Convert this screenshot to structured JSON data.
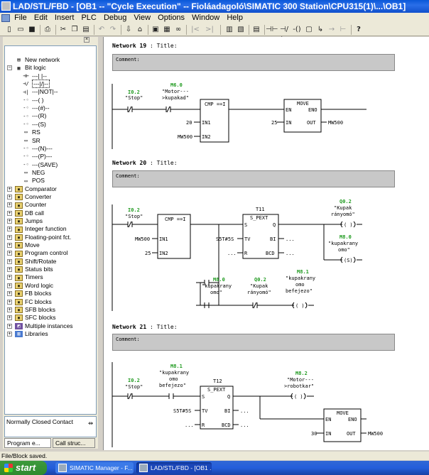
{
  "window": {
    "title": "LAD/STL/FBD - [OB1 -- \"Cycle Execution\" -- Fioláadagoló\\SIMATIC 300 Station\\CPU315(1)\\...\\OB1]"
  },
  "menu": [
    "File",
    "Edit",
    "Insert",
    "PLC",
    "Debug",
    "View",
    "Options",
    "Window",
    "Help"
  ],
  "toolbar": {
    "icons": [
      "new-icon",
      "open-icon",
      "save-icon",
      "print-icon",
      "cut-icon",
      "copy-icon",
      "paste-icon",
      "undo-icon",
      "redo-icon",
      "download-icon",
      "online-icon",
      "monitor-icon",
      "overview-icon",
      "network-icon",
      "branch-icon",
      "contact-no-icon",
      "contact-nc-icon",
      "coil-icon",
      "box-icon",
      "open-branch-icon",
      "close-branch-icon",
      "help-icon"
    ]
  },
  "tree": {
    "items": [
      {
        "label": "New network",
        "icon": "new-network-icon",
        "level": 0
      },
      {
        "label": "Bit logic",
        "icon": "bit-logic-icon",
        "level": 0,
        "expanded": true
      },
      {
        "label": "---| |--",
        "icon": "no-contact-icon",
        "level": 1
      },
      {
        "label": "---|/|--",
        "icon": "nc-contact-icon",
        "level": 1,
        "selected": true
      },
      {
        "label": "---|NOT|--",
        "icon": "not-icon",
        "level": 1
      },
      {
        "label": "---( )",
        "icon": "coil-icon",
        "level": 1
      },
      {
        "label": "---(#)--",
        "icon": "midline-coil-icon",
        "level": 1
      },
      {
        "label": "---(R)",
        "icon": "reset-coil-icon",
        "level": 1
      },
      {
        "label": "---(S)",
        "icon": "set-coil-icon",
        "level": 1
      },
      {
        "label": "RS",
        "icon": "rs-icon",
        "level": 1
      },
      {
        "label": "SR",
        "icon": "sr-icon",
        "level": 1
      },
      {
        "label": "---(N)---",
        "icon": "neg-edge-icon",
        "level": 1
      },
      {
        "label": "---(P)---",
        "icon": "pos-edge-icon",
        "level": 1
      },
      {
        "label": "---(SAVE)",
        "icon": "save-coil-icon",
        "level": 1
      },
      {
        "label": "NEG",
        "icon": "neg-icon",
        "level": 1
      },
      {
        "label": "POS",
        "icon": "pos-icon",
        "level": 1
      },
      {
        "label": "Comparator",
        "icon": "folder-icon",
        "level": 0
      },
      {
        "label": "Converter",
        "icon": "folder-icon",
        "level": 0
      },
      {
        "label": "Counter",
        "icon": "folder-icon",
        "level": 0
      },
      {
        "label": "DB call",
        "icon": "folder-icon",
        "level": 0
      },
      {
        "label": "Jumps",
        "icon": "folder-icon",
        "level": 0
      },
      {
        "label": "Integer function",
        "icon": "folder-icon",
        "level": 0
      },
      {
        "label": "Floating-point fct.",
        "icon": "folder-icon",
        "level": 0
      },
      {
        "label": "Move",
        "icon": "folder-icon",
        "level": 0
      },
      {
        "label": "Program control",
        "icon": "folder-icon",
        "level": 0
      },
      {
        "label": "Shift/Rotate",
        "icon": "folder-icon",
        "level": 0
      },
      {
        "label": "Status bits",
        "icon": "folder-icon",
        "level": 0
      },
      {
        "label": "Timers",
        "icon": "folder-icon",
        "level": 0
      },
      {
        "label": "Word logic",
        "icon": "folder-icon",
        "level": 0
      },
      {
        "label": "FB blocks",
        "icon": "folder-icon",
        "level": 0
      },
      {
        "label": "FC blocks",
        "icon": "folder-icon",
        "level": 0
      },
      {
        "label": "SFB blocks",
        "icon": "folder-icon",
        "level": 0
      },
      {
        "label": "SFC blocks",
        "icon": "folder-icon",
        "level": 0
      },
      {
        "label": "Multiple instances",
        "icon": "multi-instance-icon",
        "level": 0
      },
      {
        "label": "Libraries",
        "icon": "libraries-icon",
        "level": 0
      }
    ],
    "info": "Normally Closed Contact",
    "tabs": [
      "Program e...",
      "Call struc..."
    ]
  },
  "networks": [
    {
      "label": "Network 19",
      "title": ": Title:",
      "comment": "Comment:",
      "labels": {
        "c1_addr": "I0.2",
        "c1_sym": "\"Stop\"",
        "c2_addr": "M6.0",
        "c2_sym1": "\"Motor---",
        "c2_sym2": ">kupakad\"",
        "cmp": "CMP ==I",
        "cmp_in1v": "20",
        "cmp_in1": "IN1",
        "cmp_in2v": "MW500",
        "cmp_in2": "IN2",
        "mv": "MOVE",
        "mv_en": "EN",
        "mv_eno": "ENO",
        "mv_inv": "25",
        "mv_in": "IN",
        "mv_out": "OUT",
        "mv_outv": "MW500"
      }
    },
    {
      "label": "Network 20",
      "title": ": Title:",
      "comment": "Comment:",
      "labels": {
        "c1_addr": "I0.2",
        "c1_sym": "\"Stop\"",
        "cmp": "CMP ==I",
        "cmp_in1v": "MW500",
        "cmp_in1": "IN1",
        "cmp_in2v": "25",
        "cmp_in2": "IN2",
        "t_addr": "T11",
        "t_type": "S_PEXT",
        "t_s": "S",
        "t_q": "Q",
        "t_tvv": "S5T#5S",
        "t_tv": "TV",
        "t_bi": "BI",
        "t_biv": "...",
        "t_rv": "...",
        "t_r": "R",
        "t_bcd": "BCD",
        "t_bcdv": "...",
        "coil1_addr": "Q0.2",
        "coil1_sym1": "\"Kupak",
        "coil1_sym2": "rányomó\"",
        "coil1": "( )",
        "coil2_addr": "M8.0",
        "coil2_sym1": "\"kupakrany",
        "coil2_sym2": "omo\"",
        "coil2": "(S)",
        "b_c1_addr": "M8.0",
        "b_c1_sym1": "\"kupakrany",
        "b_c1_sym2": "omo\"",
        "b_c2_addr": "Q0.2",
        "b_c2_sym1": "\"Kupak",
        "b_c2_sym2": "rányomó\"",
        "b_coil_addr": "M8.1",
        "b_coil_sym1": "\"kupakrany",
        "b_coil_sym2": "omo",
        "b_coil_sym3": "befejezo\"",
        "b_coil": "( )"
      }
    },
    {
      "label": "Network 21",
      "title": ": Title:",
      "comment": "Comment:",
      "labels": {
        "c1_addr": "I0.2",
        "c1_sym": "\"Stop\"",
        "c2_addr": "M8.1",
        "c2_sym1": "\"kupakrany",
        "c2_sym2": "omo",
        "c2_sym3": "befejezo\"",
        "t_addr": "T12",
        "t_type": "S_PEXT",
        "t_s": "S",
        "t_q": "Q",
        "t_tvv": "S5T#5S",
        "t_tv": "TV",
        "t_bi": "BI",
        "t_biv": "...",
        "t_rv": "...",
        "t_r": "R",
        "t_bcd": "BCD",
        "t_bcdv": "...",
        "coil_addr": "M8.2",
        "coil_sym1": "\"Motor---",
        "coil_sym2": ">robotkar\"",
        "coil": "( )",
        "mv": "MOVE",
        "mv_en": "EN",
        "mv_eno": "ENO",
        "mv_inv": "30",
        "mv_in": "IN",
        "mv_out": "OUT",
        "mv_outv": "MW500"
      }
    }
  ],
  "status": "File/Block saved.",
  "taskbar": {
    "start": "start",
    "tasks": [
      "SIMATIC Manager - F...",
      "LAD/STL/FBD - [OB1 ..."
    ]
  },
  "colors": {
    "titlebar": "#0a58d8",
    "address_green": "#1f9a1f",
    "comment_bg": "#c8c8c8",
    "taskbar": "#245edb",
    "start_green": "#3c9a3c"
  }
}
